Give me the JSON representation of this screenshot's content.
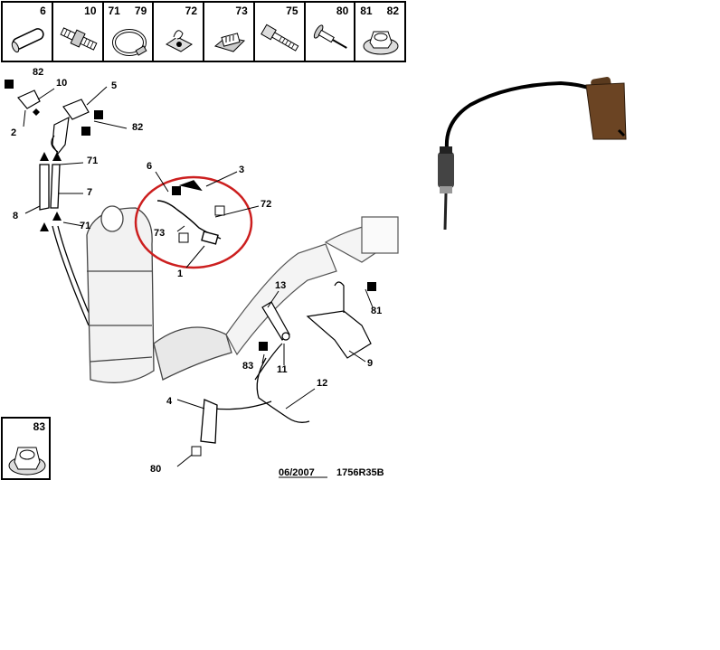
{
  "legend": [
    {
      "num": "6",
      "icon": "sleeve-icon"
    },
    {
      "num": "10",
      "icon": "stud-bolt-icon"
    },
    {
      "num": "71",
      "num2": "79",
      "icon": "hose-clamp-icon"
    },
    {
      "num": "72",
      "icon": "clip-fastener-icon"
    },
    {
      "num": "73",
      "icon": "connector-clip-icon"
    },
    {
      "num": "75",
      "icon": "bolt-icon"
    },
    {
      "num": "80",
      "icon": "rivet-icon"
    },
    {
      "num": "81",
      "num2": "82",
      "icon": "flange-nut-icon"
    }
  ],
  "inset": {
    "num": "83",
    "icon": "flange-nut-icon"
  },
  "callouts": {
    "c82a": "82",
    "c10": "10",
    "c5": "5",
    "c2": "2",
    "c82b": "82",
    "c71a": "71",
    "c7": "7",
    "c8": "8",
    "c71b": "71",
    "c6": "6",
    "c3": "3",
    "c72": "72",
    "c73": "73",
    "c1": "1",
    "c13": "13",
    "c81": "81",
    "c9": "9",
    "c83": "83",
    "c11": "11",
    "c12": "12",
    "c4": "4",
    "c80": "80"
  },
  "footer": {
    "date": "06/2007",
    "ref": "1756R35B"
  },
  "colors": {
    "highlight": "#cc1f1f",
    "ink": "#000000",
    "sensor_body": "#5a3a1e"
  }
}
